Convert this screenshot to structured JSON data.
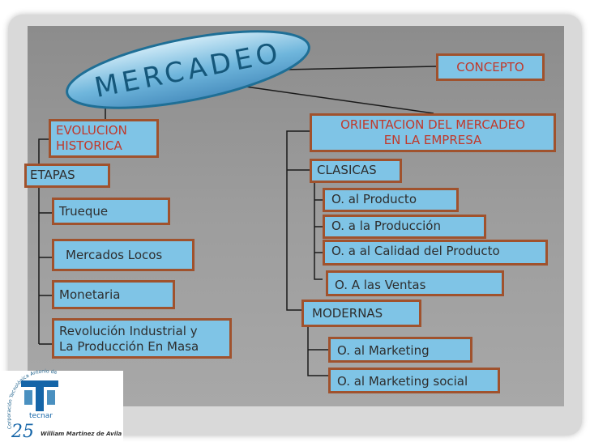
{
  "title": "MERCADEO",
  "left": {
    "header": "EVOLUCION HISTORICA",
    "header_line1": "EVOLUCION",
    "header_line2": "HISTORICA",
    "etapas": "ETAPAS",
    "items": [
      "Trueque",
      "Mercados Locos",
      "Monetaria",
      "Revolución Industrial y La Producción En Masa"
    ],
    "item4_line1": "Revolución Industrial y",
    "item4_line2": "La Producción En Masa"
  },
  "right": {
    "concepto": "CONCEPTO",
    "header": "ORIENTACION DEL MERCADEO EN LA EMPRESA",
    "header_line1": "ORIENTACION DEL MERCADEO",
    "header_line2": "EN LA EMPRESA",
    "clasicas": "CLASICAS",
    "clasicas_items": [
      "O. al Producto",
      "O. a la Producción",
      "O. a al Calidad del Producto",
      "O. A las Ventas"
    ],
    "modernas": "MODERNAS",
    "modernas_items": [
      "O. al Marketing",
      "O. al Marketing social"
    ]
  },
  "logo": {
    "org": "Corporación Tecnológica Antonio de Arévalo",
    "name": "tecnar",
    "number": "25",
    "author": "William Martinez de Avila"
  },
  "colors": {
    "box_fill": "#7fc4e6",
    "box_border": "#a0522d",
    "accent_text": "#c0392b",
    "lines": "#1a1a1a"
  }
}
